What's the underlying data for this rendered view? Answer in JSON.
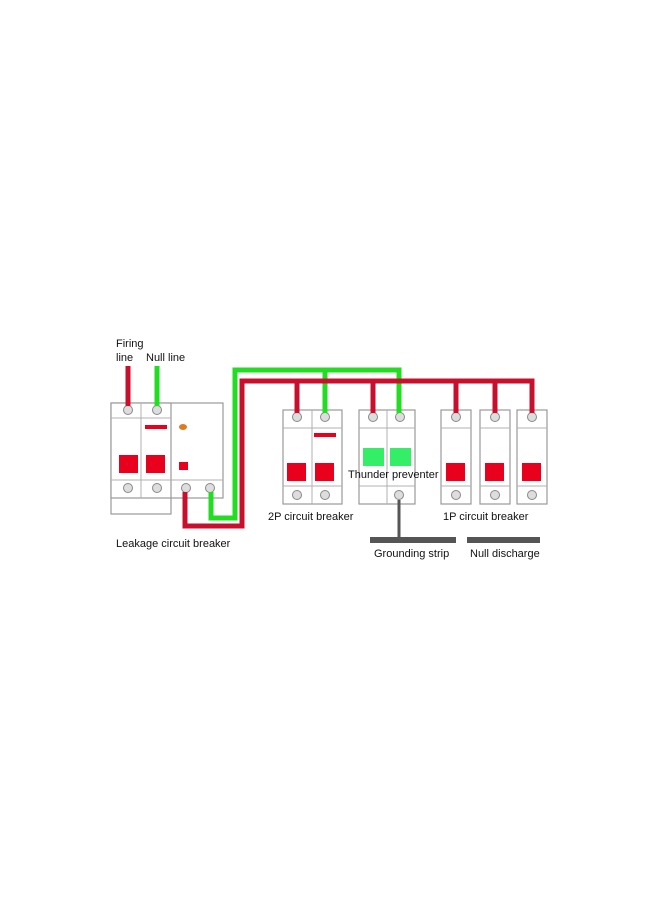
{
  "labels": {
    "firing_line_1": "Firing",
    "firing_line_2": "line",
    "null_line": "Null line",
    "leakage_breaker": "Leakage circuit breaker",
    "breaker_2p": "2P circuit breaker",
    "thunder_preventer": "Thunder preventer",
    "breaker_1p": "1P circuit breaker",
    "grounding_strip": "Grounding strip",
    "null_discharge": "Null discharge"
  },
  "colors": {
    "fire_wire": "#c8102e",
    "null_wire": "#22dd22",
    "switch_red": "#e8001c",
    "arrester_green": "#33ee66",
    "ground_bar": "#555555",
    "body_outline": "#9a9a9a",
    "body_fill": "#ffffff",
    "indicator_orange": "#e07a1f"
  },
  "icons": {
    "terminal": "terminal-screw-icon",
    "toggle": "toggle-switch-icon"
  }
}
